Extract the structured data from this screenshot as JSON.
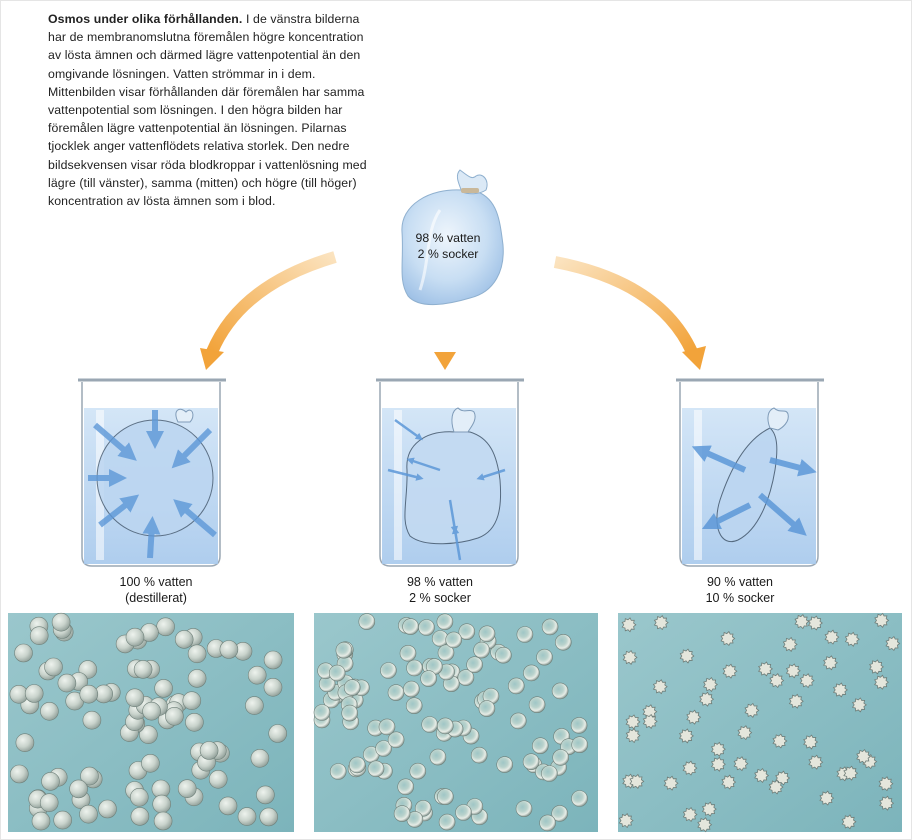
{
  "caption": {
    "title": "Osmos under olika förhållanden.",
    "body": "I de vänstra bilderna har de membranomslutna föremålen högre koncentration av lösta ämnen och därmed lägre vattenpotential än den omgivande lösningen. Vatten strömmar in i dem. Mittenbilden visar förhållanden där föremålen har samma vattenpotential som lösningen. I den högra bilden har föremålen lägre vattenpotential än lösningen. Pilarnas tjocklek anger vattenflödets relativa storlek. Den nedre bildsekvensen visar röda blodkroppar i vattenlösning med lägre (till vänster), samma (mitten) och högre (till höger) koncentration av lösta ämnen som i blod."
  },
  "bag": {
    "label": "98 % vatten\n2 % socker"
  },
  "beakers": [
    {
      "label": "100 % vatten\n(destillerat)"
    },
    {
      "label": "98 % vatten\n2 % socker"
    },
    {
      "label": "90 % vatten\n10 % socker"
    }
  ],
  "colors": {
    "arrow_orange": "#f2a33a",
    "water_blue": "#a9cdef",
    "flow_arrow_blue": "#5d98d8",
    "micrograph_bg": "#86bcc3"
  }
}
